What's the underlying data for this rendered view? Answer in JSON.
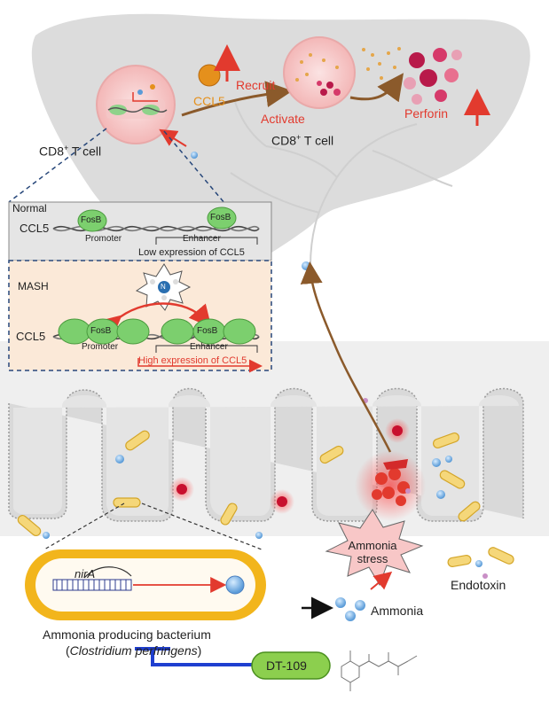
{
  "liver": {
    "cd8_left": "CD8",
    "cd8_left_sup": "+",
    "cd8_left_rest": " T cell",
    "cd8_right": "CD8",
    "cd8_right_sup": "+",
    "cd8_right_rest": " T cell",
    "ccl5": "CCL5",
    "recruit": "Recruit",
    "activate": "Activate",
    "perforin": "Perforin"
  },
  "normal_box": {
    "title": "Normal",
    "gene": "CCL5",
    "fosb_1": "FosB",
    "fosb_2": "FosB",
    "promoter": "Promoter",
    "enhancer": "Enhancer",
    "note": "Low expression of CCL5"
  },
  "mash_box": {
    "title": "MASH",
    "gene": "CCL5",
    "fosb_1": "FosB",
    "fosb_2": "FosB",
    "promoter": "Promoter",
    "enhancer": "Enhancer",
    "note": "High expression of CCL5",
    "molecule_atom": "N"
  },
  "gut": {
    "stress_line1": "Ammonia",
    "stress_line2": "stress",
    "endotoxin": "Endotoxin",
    "ammonia": "Ammonia"
  },
  "bacterium": {
    "gene": "nirA",
    "name_line1": "Ammonia producing bacterium",
    "name_paren_open": "(",
    "name_species": "Clostridium perfringens",
    "name_paren_close": ")"
  },
  "drug": {
    "label": "DT-109"
  },
  "colors": {
    "liver": "#dcdcdc",
    "red": "#e23a2e",
    "fosb_green": "#7ccf6e",
    "bacterium_outline": "#f2b51c",
    "drug_green": "#8ccf4e",
    "inhibitor_blue": "#1f3fd0",
    "arrow_brown": "#8b5a2b"
  },
  "icons": [
    "ammonia-molecule-icon",
    "dna-helix-icon",
    "dt109-structure-icon",
    "inhibition-bar-icon"
  ]
}
